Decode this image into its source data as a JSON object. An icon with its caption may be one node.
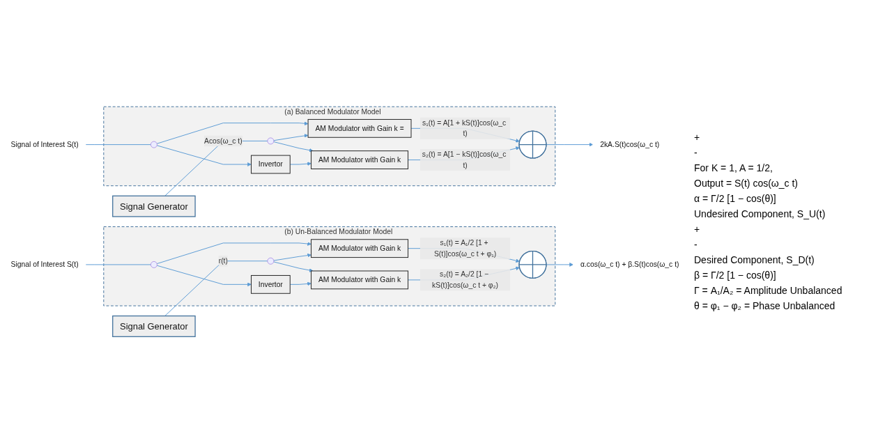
{
  "diagram": {
    "nodes": [
      {
        "text": [
          "Signal of Interest S(t)"
        ]
      },
      {
        "text": [
          "Signal Generator"
        ]
      },
      {
        "text": [
          "(a) Balanced Modulator Model"
        ]
      },
      {
        "text": [
          "AM Modulator with Gain k ="
        ],
        "in": 2
      },
      {
        "text": [
          "Invertor"
        ],
        "in": 2
      },
      {
        "text": [
          "AM Modulator with Gain k"
        ],
        "in": 2
      },
      {
        "text": [],
        "shape": "circle",
        "in": 2
      },
      {
        "text": [],
        "shape": "circle",
        "in": 2
      },
      {
        "text": [],
        "shape": "circle",
        "in": 2
      },
      {
        "text": [
          "2kA.S(t)cos(ω_c t)"
        ]
      },
      {
        "text": [
          "Signal of Interest S(t)"
        ]
      },
      {
        "text": [
          "Signal Generator"
        ]
      },
      {
        "text": [
          "(b) Un-Balanced Modulator Model"
        ]
      },
      {
        "text": [
          "AM Modulator with Gain k"
        ],
        "in": 12
      },
      {
        "text": [
          "Invertor"
        ],
        "in": 12
      },
      {
        "text": [
          "AM Modulator with Gain k"
        ],
        "in": 12
      },
      {
        "text": [],
        "shape": "circle",
        "in": 12
      },
      {
        "text": [],
        "shape": "circle",
        "in": 12
      },
      {
        "text": [],
        "shape": "circle",
        "in": 12
      },
      {
        "text": [
          "α.cos(ω_c t) + β.S(t)cos(ω_c t)"
        ]
      }
    ],
    "edges": [
      {
        "from": 0,
        "to": 7,
        "arrow": "none"
      },
      {
        "from": 7,
        "to": 3,
        "arrow": "to"
      },
      {
        "from": 7,
        "to": 4,
        "arrow": "to"
      },
      {
        "from": 1,
        "to": 8,
        "arrow": "none",
        "label": "Acos(ω_c t)"
      },
      {
        "from": 8,
        "to": 3,
        "arrow": "to"
      },
      {
        "from": 8,
        "to": 5,
        "arrow": "to"
      },
      {
        "from": 4,
        "to": 5,
        "arrow": "to"
      },
      {
        "from": 3,
        "to": 6,
        "arrow": "to",
        "label": "s₁(t) = A[1 + kS(t)]cos(ω_c t)"
      },
      {
        "from": 5,
        "to": 6,
        "arrow": "to",
        "label": "s₂(t) = A[1 − kS(t)]cos(ω_c t)"
      },
      {
        "from": 6,
        "to": 9,
        "arrow": "to"
      },
      {
        "from": 10,
        "to": 17,
        "arrow": "none"
      },
      {
        "from": 17,
        "to": 13,
        "arrow": "to"
      },
      {
        "from": 17,
        "to": 14,
        "arrow": "to"
      },
      {
        "from": 11,
        "to": 18,
        "arrow": "none",
        "label": "r(t)"
      },
      {
        "from": 18,
        "to": 13,
        "arrow": "to"
      },
      {
        "from": 18,
        "to": 15,
        "arrow": "to"
      },
      {
        "from": 14,
        "to": 15,
        "arrow": "to"
      },
      {
        "from": 13,
        "to": 16,
        "arrow": "to",
        "label": "s₁(t) = A₁/2 [1 + S(t)]cos(ω_c t + φ₁)"
      },
      {
        "from": 15,
        "to": 16,
        "arrow": "to",
        "label": "s₂(t) = A₂/2 [1 − kS(t)]cos(ω_c t + φ₂)"
      },
      {
        "from": 16,
        "to": 19,
        "arrow": "to"
      }
    ],
    "labels": [
      "+",
      "-",
      "For K = 1, A = 1/2,",
      "Output = S(t) cos(ω_c t)",
      "α = Γ/2 [1 − cos(θ)]",
      "Undesired Component, S_U(t)",
      "+",
      "-",
      "Desired Component, S_D(t)",
      "β = Γ/2 [1 − cos(θ)]",
      "Γ = A₁/A₂ = Amplitude Unbalanced",
      "θ = φ₁ − φ₂ = Phase Unbalanced"
    ]
  }
}
